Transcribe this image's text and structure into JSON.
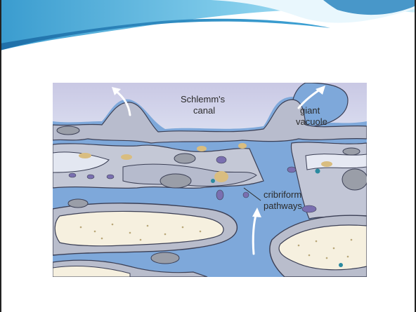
{
  "diagram": {
    "labels": {
      "schlemm_line1": "Schlemm's",
      "schlemm_line2": "canal",
      "vacuole_line1": "giant",
      "vacuole_line2": "vacuole",
      "cribriform_line1": "cribriform",
      "cribriform_line2": "pathways"
    }
  },
  "colors": {
    "header_light": "#e6f4fb",
    "header_mid": "#7fc8e8",
    "header_dark": "#2a7fb8",
    "canal": "#cfd0e8",
    "fluid_blue": "#7aa6d8",
    "tissue_gray": "#b9bdcc",
    "tissue_light": "#e4e8f2",
    "cell_outline": "#3b3f55",
    "nucleus": "#8a8f9c",
    "tan": "#d8b878",
    "beam_core": "#f6f0df"
  }
}
